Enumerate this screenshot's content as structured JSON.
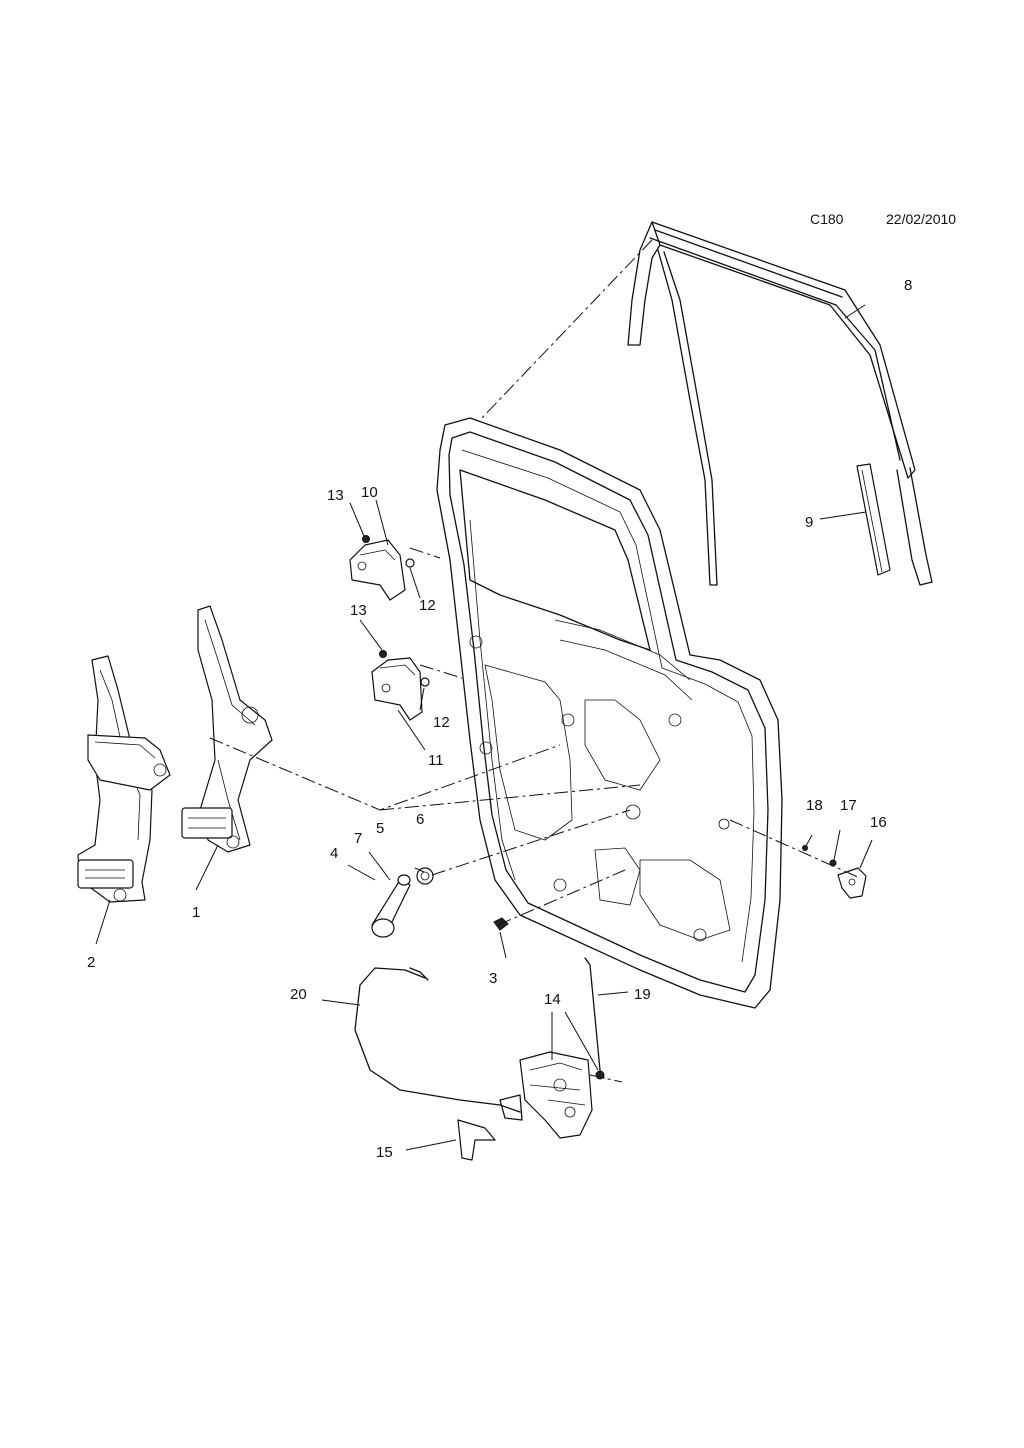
{
  "header": {
    "code": "C180",
    "date": "22/02/2010"
  },
  "callouts": {
    "c1": "1",
    "c2": "2",
    "c3": "3",
    "c4": "4",
    "c5": "5",
    "c6": "6",
    "c7": "7",
    "c8": "8",
    "c9": "9",
    "c10": "10",
    "c11": "11",
    "c12a": "12",
    "c12b": "12",
    "c13a": "13",
    "c13b": "13",
    "c14": "14",
    "c15": "15",
    "c16": "16",
    "c17": "17",
    "c18": "18",
    "c19": "19",
    "c20": "20"
  }
}
